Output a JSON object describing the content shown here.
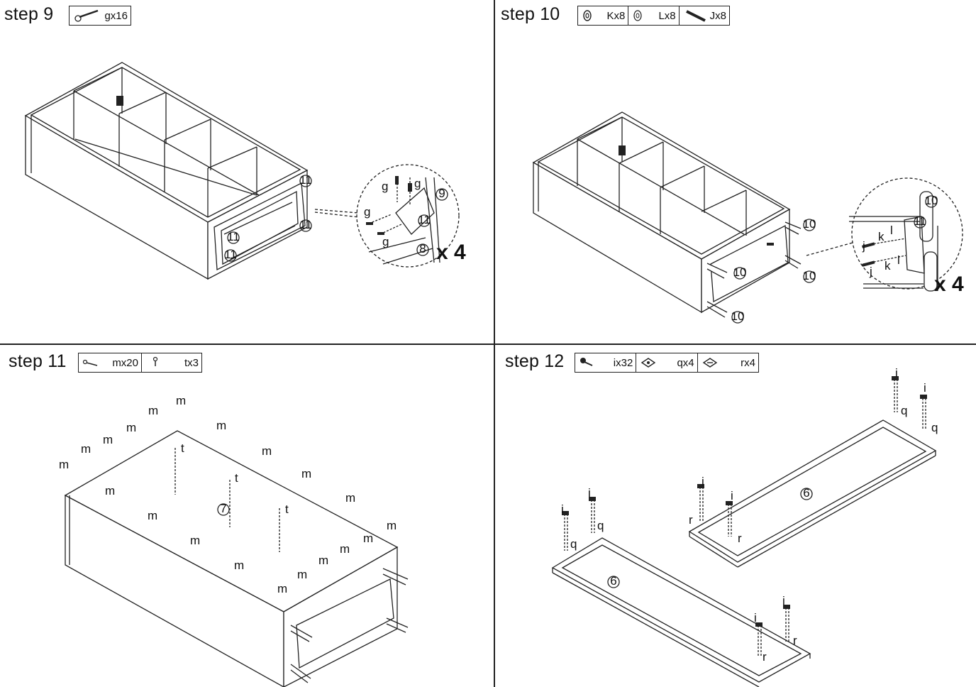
{
  "steps": [
    {
      "title": "step 9",
      "parts": [
        {
          "icon": "screw-g-icon",
          "qty": "gx16"
        }
      ],
      "multiplier": "x 4",
      "callouts": {
        "g": "g",
        "c8": "8",
        "c9": "9",
        "c11": "11"
      }
    },
    {
      "title": "step 10",
      "parts": [
        {
          "icon": "washer-k-icon",
          "qty": "Kx8"
        },
        {
          "icon": "washer-l-icon",
          "qty": "Lx8"
        },
        {
          "icon": "bolt-j-icon",
          "qty": "Jx8"
        }
      ],
      "multiplier": "x 4",
      "callouts": {
        "j": "j",
        "k": "k",
        "l": "l",
        "c10": "10",
        "c11": "11"
      }
    },
    {
      "title": "step 11",
      "parts": [
        {
          "icon": "nail-m-icon",
          "qty": "mx20"
        },
        {
          "icon": "pin-t-icon",
          "qty": "tx3"
        }
      ],
      "callouts": {
        "m": "m",
        "t": "t",
        "c7": "7"
      }
    },
    {
      "title": "step 12",
      "parts": [
        {
          "icon": "screw-i-icon",
          "qty": "ix32"
        },
        {
          "icon": "bracket-q-icon",
          "qty": "qx4"
        },
        {
          "icon": "bracket-r-icon",
          "qty": "rx4"
        }
      ],
      "callouts": {
        "i": "i",
        "q": "q",
        "r": "r",
        "c6": "6"
      }
    }
  ]
}
